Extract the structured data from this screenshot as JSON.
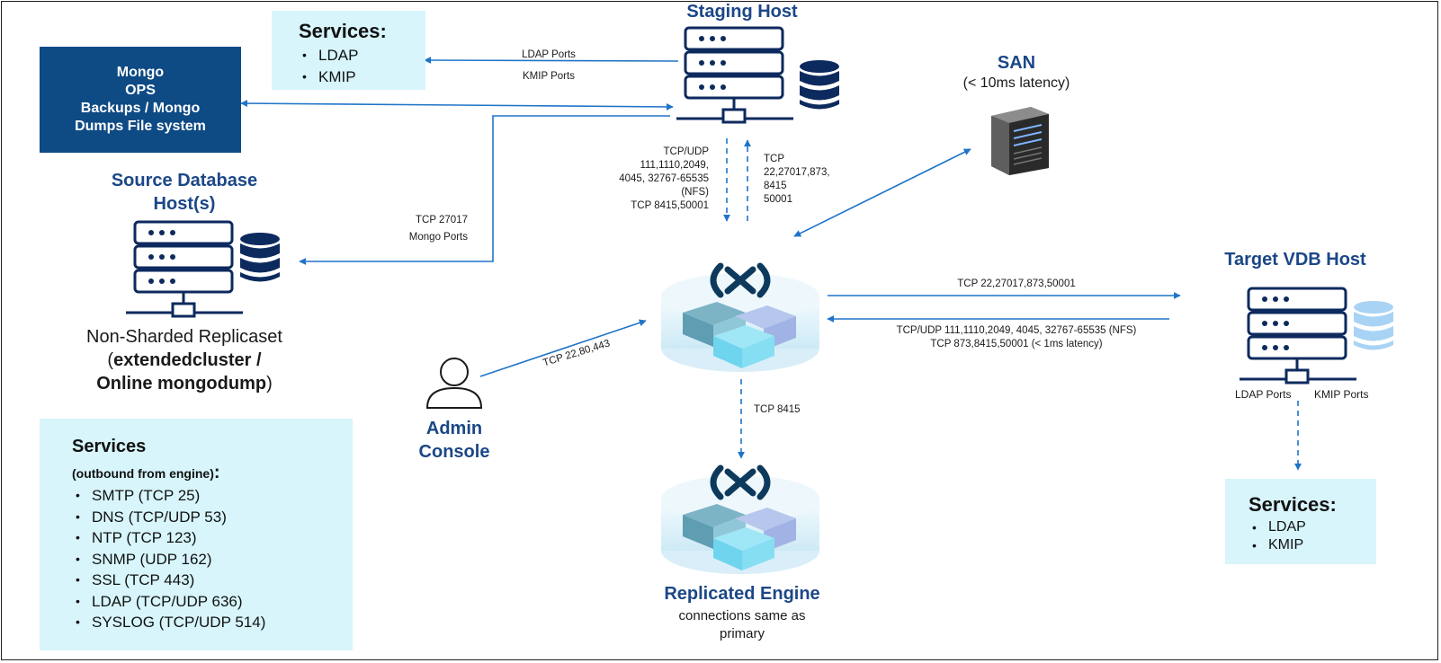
{
  "nodes": {
    "staging_host": {
      "title": "Staging Host"
    },
    "san": {
      "title": "SAN",
      "subtitle": "(< 10ms latency)"
    },
    "source_host": {
      "title_line1": "Source Database",
      "title_line2": "Host(s)",
      "desc_line1": "Non-Sharded Replicaset",
      "desc_line2_prefix": "(",
      "desc_line2_bold": "extendedcluster /",
      "desc_line3_bold": "Online mongodump",
      "desc_line3_suffix": ")"
    },
    "target_host": {
      "title": "Target VDB Host",
      "ldap_ports": "LDAP Ports",
      "kmip_ports": "KMIP Ports"
    },
    "admin": {
      "title_line1": "Admin",
      "title_line2": "Console"
    },
    "replicated": {
      "title": "Replicated Engine",
      "desc_line1": "connections same as",
      "desc_line2": "primary"
    },
    "mongo_ops": {
      "lines": [
        "Mongo",
        "OPS",
        "Backups / Mongo",
        "Dumps File system"
      ]
    }
  },
  "services_top": {
    "heading": "Services:",
    "items": [
      "LDAP",
      "KMIP"
    ]
  },
  "services_right": {
    "heading": "Services:",
    "items": [
      "LDAP",
      "KMIP"
    ]
  },
  "services_left": {
    "heading": "Services",
    "subheading": "(outbound from engine)",
    "colon": ":",
    "items": [
      "SMTP (TCP 25)",
      "DNS (TCP/UDP 53)",
      "NTP (TCP 123)",
      "SNMP (UDP 162)",
      "SSL (TCP 443)",
      "LDAP (TCP/UDP 636)",
      "SYSLOG (TCP/UDP 514)"
    ]
  },
  "edges": {
    "ldap_ports": "LDAP Ports",
    "kmip_ports": "KMIP Ports",
    "tcp27017": "TCP 27017",
    "mongo_ports": "Mongo Ports",
    "nfs_down": [
      "TCP/UDP",
      "111,1110,2049,",
      "4045, 32767-65535",
      "(NFS)",
      "TCP 8415,50001"
    ],
    "tcp_up": [
      "TCP",
      "22,27017,873,",
      "8415",
      "50001"
    ],
    "admin_tcp": "TCP 22,80,443",
    "to_target": "TCP 22,27017,873,50001",
    "from_target_1": "TCP/UDP 111,1110,2049, 4045, 32767-65535 (NFS)",
    "from_target_2": "TCP 873,8415,50001 (< 1ms latency)",
    "replication": "TCP 8415"
  },
  "colors": {
    "arrow": "#1f74c8",
    "title": "#1b4787",
    "server": "#0d2a5e",
    "mongo_box": "#0e4a84",
    "service_box": "#d7f5fb",
    "db_light": "#a8d3f4"
  },
  "icons": [
    "server-rack-icon",
    "database-icon",
    "san-storage-icon",
    "delphix-engine-icon",
    "user-icon"
  ]
}
